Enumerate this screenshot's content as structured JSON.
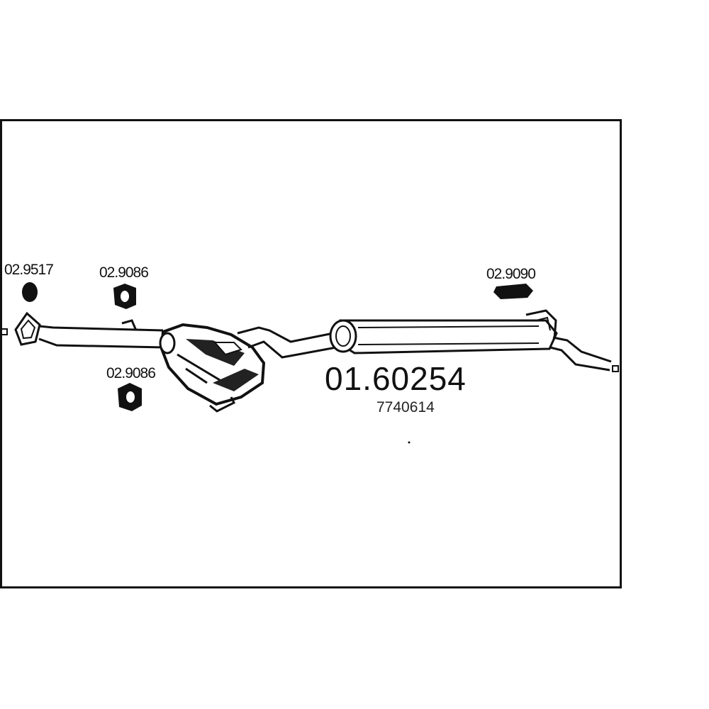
{
  "diagram": {
    "main_part_number": "01.60254",
    "oem_number": "7740614",
    "callouts": [
      {
        "id": "flange-gasket",
        "label": "02.9517"
      },
      {
        "id": "rubber-mount-upper",
        "label": "02.9086"
      },
      {
        "id": "rubber-mount-lower",
        "label": "02.9086"
      },
      {
        "id": "rubber-mount-rear",
        "label": "02.9090"
      }
    ]
  }
}
